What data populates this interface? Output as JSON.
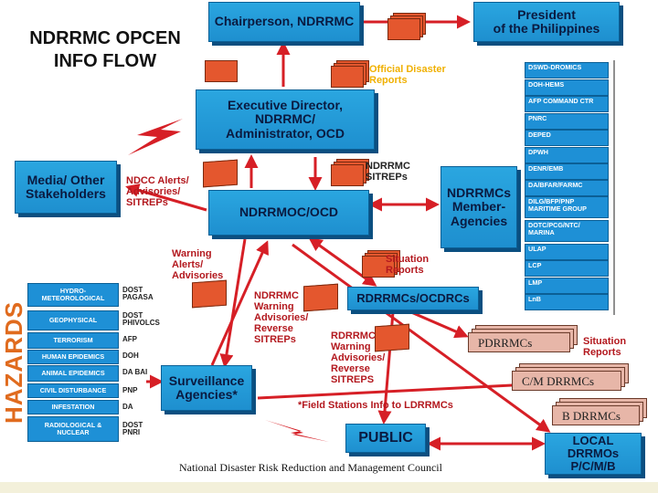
{
  "title": "NDRRMC OPCEN\nINFO FLOW",
  "boxes": {
    "chairperson": "Chairperson, NDRRMC",
    "president": "President\nof the Philippines",
    "executive": "Executive Director, NDRRMC/\nAdministrator, OCD",
    "media": "Media/ Other\nStakeholders",
    "ndrrmoc": "NDRRMOC/OCD",
    "member_agencies": "NDRRMCs\nMember-\nAgencies",
    "rdrrmcs": "RDRRMCs/OCDRCs",
    "surveillance": "Surveillance\nAgencies*",
    "public": "PUBLIC",
    "local": "LOCAL DRRMOs\nP/C/M/B"
  },
  "labels": {
    "official_reports": "Official Disaster\nReports",
    "ndcc_alerts": "NDCC Alerts/\nAdvisories/\nSITREPs",
    "ndrrmc_sitreps": "NDRRMC\nSITREPs",
    "warning_alerts": "Warning\nAlerts/\nAdvisories",
    "situation_reports_1": "Situation\nReports",
    "ndrrmc_warning": "NDRRMC\nWarning\nAdvisories/\nReverse\nSITREPs",
    "rdrrmc_warning": "RDRRMC\nWarning\nAdvisories/\nReverse\nSITREPS",
    "situation_reports_2": "Situation\nReports",
    "field_stations": "*Field Stations Info to LDRRMCs"
  },
  "stacks": {
    "pdrrmcs": "PDRRMCs",
    "cm_drrmcs": "C/M DRRMCs",
    "b_drrmcs": "B DRRMCs"
  },
  "agencies": [
    "DSWD-DROMICS",
    "DOH-HEMS",
    "AFP COMMAND CTR",
    "PNRC",
    "DEPED",
    "DPWH",
    "DENR/EMB",
    "DA/BFAR/FARMC",
    "DILG/BFP/PNP\nMARITIME GROUP",
    "DOTC/PCG/NTC/\nMARINA",
    "ULAP",
    "LCP",
    "LMP",
    "LnB"
  ],
  "hazards_title": "HAZARDS",
  "hazards": [
    {
      "name": "HYDRO-\nMETEOROLOGICAL",
      "agency": "DOST\nPAGASA"
    },
    {
      "name": "GEOPHYSICAL",
      "agency": "DOST\nPHIVOLCS"
    },
    {
      "name": "TERRORISM",
      "agency": "AFP"
    },
    {
      "name": "HUMAN EPIDEMICS",
      "agency": "DOH"
    },
    {
      "name": "ANIMAL EPIDEMICS",
      "agency": "DA BAI"
    },
    {
      "name": "CIVIL DISTURBANCE",
      "agency": "PNP"
    },
    {
      "name": "INFESTATION",
      "agency": "DA"
    },
    {
      "name": "RADIOLOGICAL &\nNUCLEAR",
      "agency": "DOST\nPNRI"
    }
  ],
  "footer": "National Disaster Risk Reduction and Management Council",
  "colors": {
    "box": "#1e8fcf",
    "arrow": "#d61f26",
    "doc": "#e4572e",
    "hazards": "#e06b1e"
  }
}
